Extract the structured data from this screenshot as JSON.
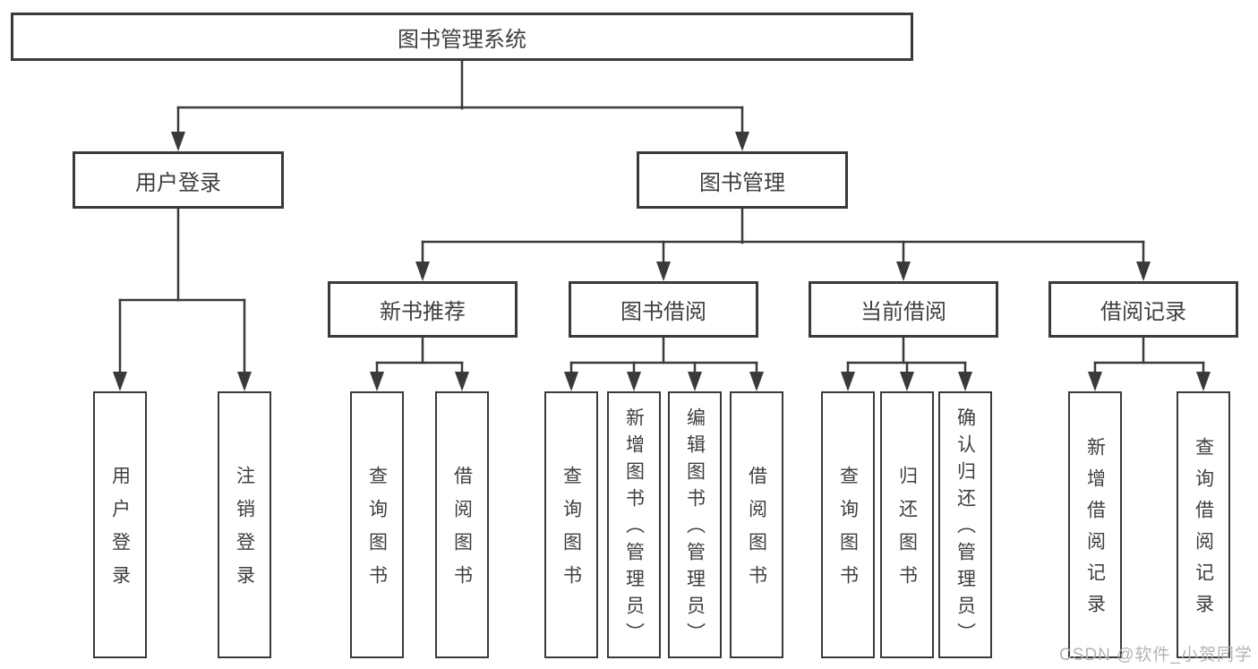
{
  "tree": {
    "root": "图书管理系统",
    "user_login": {
      "label": "用户登录",
      "children": [
        "用户登录",
        "注销登录"
      ]
    },
    "book_mgmt": {
      "label": "图书管理",
      "children": [
        {
          "label": "新书推荐",
          "children": [
            "查询图书",
            "借阅图书"
          ]
        },
        {
          "label": "图书借阅",
          "children": [
            "查询图书",
            "新增图书（管理员）",
            "编辑图书（管理员）",
            "借阅图书"
          ]
        },
        {
          "label": "当前借阅",
          "children": [
            "查询图书",
            "归还图书",
            "确认归还（管理员）"
          ]
        },
        {
          "label": "借阅记录",
          "children": [
            "新增借阅记录",
            "查询借阅记录"
          ]
        }
      ]
    }
  },
  "watermark": "CSDN @软件_小贺同学",
  "colors": {
    "line": "#3a3a3a",
    "text": "#3f3f3f",
    "box_background": "#ffffff",
    "page_background": "#ffffff",
    "watermark": "#b3b3b3"
  }
}
